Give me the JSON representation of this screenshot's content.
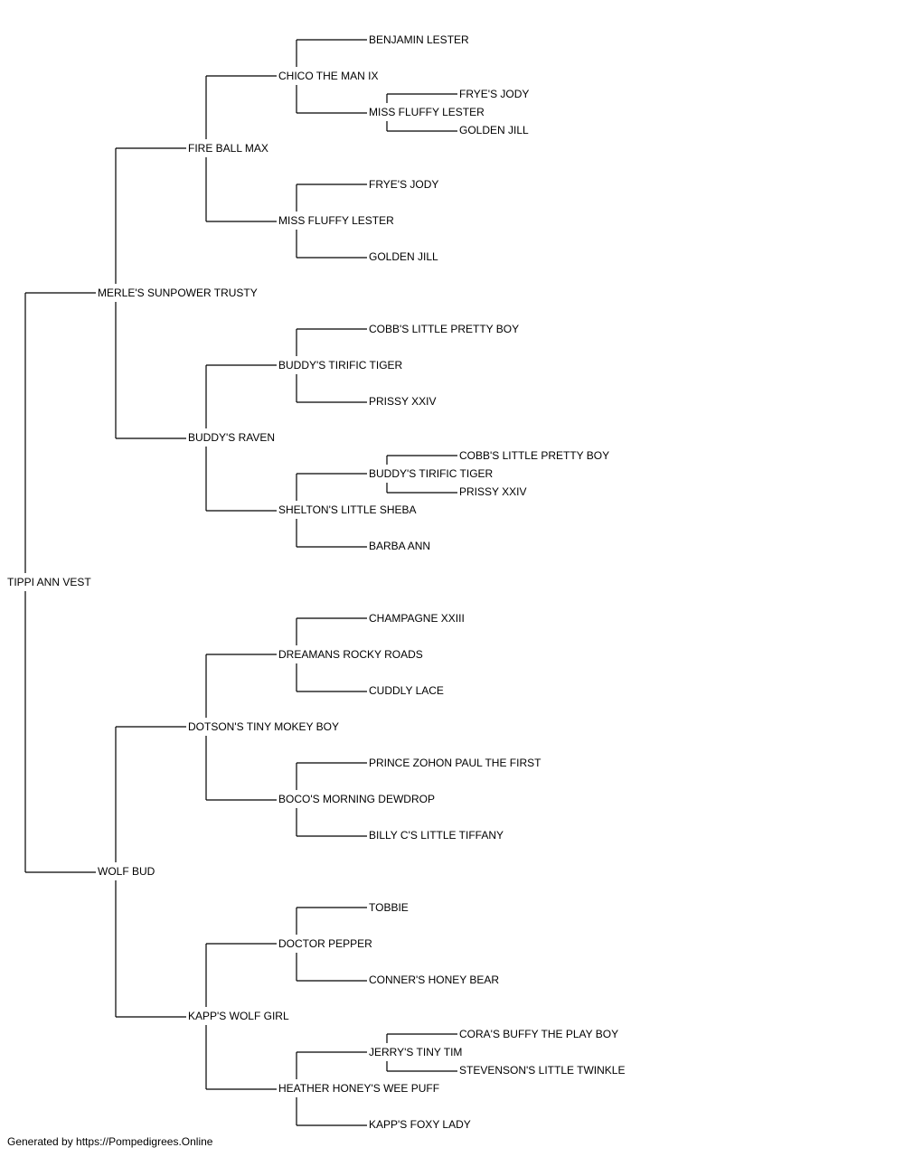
{
  "pedigree": {
    "name": "TIPPI ANN VEST",
    "sire": {
      "name": "MERLE'S SUNPOWER TRUSTY",
      "sire": {
        "name": "FIRE BALL MAX",
        "sire": {
          "name": "CHICO THE MAN IX",
          "sire": {
            "name": "BENJAMIN LESTER"
          },
          "dam": {
            "name": "MISS FLUFFY LESTER",
            "sire": {
              "name": "FRYE'S JODY"
            },
            "dam": {
              "name": "GOLDEN JILL"
            }
          }
        },
        "dam": {
          "name": "MISS FLUFFY LESTER",
          "sire": {
            "name": "FRYE'S JODY"
          },
          "dam": {
            "name": "GOLDEN JILL"
          }
        }
      },
      "dam": {
        "name": "BUDDY'S RAVEN",
        "sire": {
          "name": "BUDDY'S TIRIFIC TIGER",
          "sire": {
            "name": "COBB'S LITTLE PRETTY BOY"
          },
          "dam": {
            "name": "PRISSY XXIV"
          }
        },
        "dam": {
          "name": "SHELTON'S LITTLE SHEBA",
          "sire": {
            "name": "BUDDY'S TIRIFIC TIGER",
            "sire": {
              "name": "COBB'S LITTLE PRETTY BOY"
            },
            "dam": {
              "name": "PRISSY XXIV"
            }
          },
          "dam": {
            "name": "BARBA ANN"
          }
        }
      }
    },
    "dam": {
      "name": "WOLF BUD",
      "sire": {
        "name": "DOTSON'S TINY MOKEY BOY",
        "sire": {
          "name": "DREAMANS ROCKY ROADS",
          "sire": {
            "name": "CHAMPAGNE XXIII"
          },
          "dam": {
            "name": "CUDDLY LACE"
          }
        },
        "dam": {
          "name": "BOCO'S MORNING DEWDROP",
          "sire": {
            "name": "PRINCE ZOHON PAUL THE FIRST"
          },
          "dam": {
            "name": "BILLY C'S LITTLE TIFFANY"
          }
        }
      },
      "dam": {
        "name": "KAPP'S WOLF GIRL",
        "sire": {
          "name": "DOCTOR PEPPER",
          "sire": {
            "name": "TOBBIE"
          },
          "dam": {
            "name": "CONNER'S HONEY BEAR"
          }
        },
        "dam": {
          "name": "HEATHER HONEY'S WEE PUFF",
          "sire": {
            "name": "JERRY'S TINY TIM",
            "sire": {
              "name": "CORA'S BUFFY THE PLAY BOY"
            },
            "dam": {
              "name": "STEVENSON'S LITTLE TWINKLE"
            }
          },
          "dam": {
            "name": "KAPP'S FOXY LADY"
          }
        }
      }
    }
  },
  "footer": "Generated by https://Pompedigrees.Online",
  "colors": {
    "line": "#000000",
    "text": "#000000",
    "background": "#ffffff"
  }
}
